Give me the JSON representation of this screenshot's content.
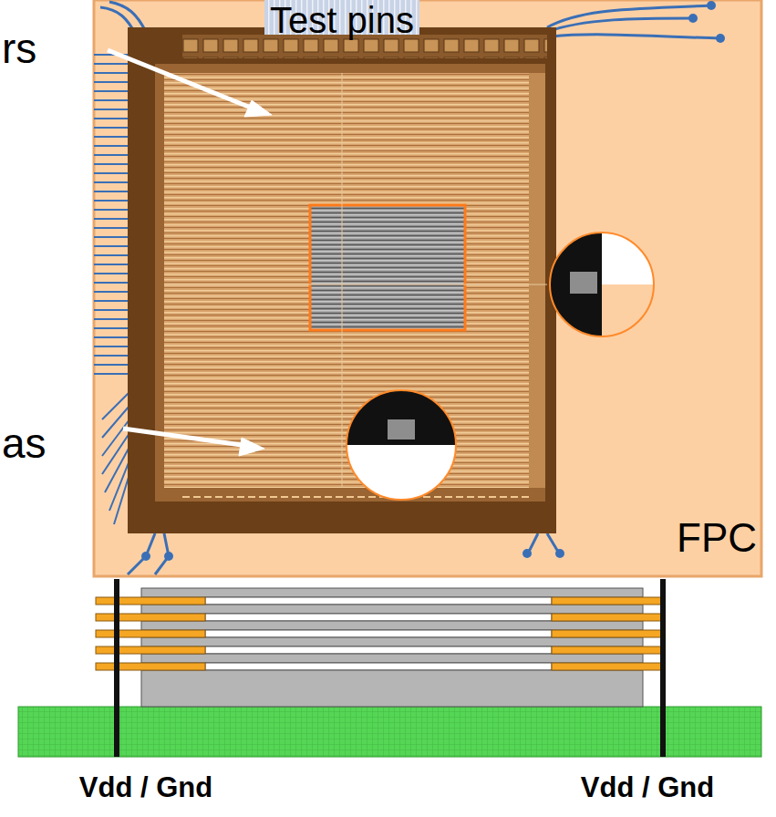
{
  "diagram": {
    "labels": [
      "rs",
      "Test pins",
      "as",
      "FPC",
      "Vdd / Gnd",
      "Vdd / Gnd"
    ]
  }
}
